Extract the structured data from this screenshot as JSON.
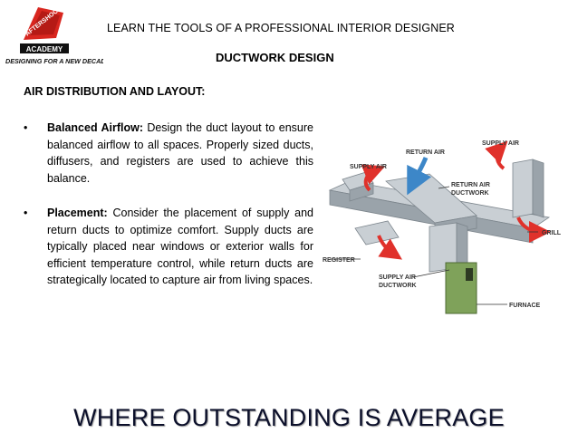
{
  "header": {
    "top_line": "LEARN THE TOOLS OF A PROFESSIONAL INTERIOR DESIGNER",
    "subtitle": "DUCTWORK DESIGN"
  },
  "logo": {
    "brand": "AFTERSHOCK",
    "academy": "ACADEMY",
    "tagline": "DESIGNING FOR A NEW DECADE"
  },
  "section": {
    "title": "AIR DISTRIBUTION AND LAYOUT:"
  },
  "bullets": [
    {
      "marker": "•",
      "lead": "Balanced Airflow:",
      "text": " Design the duct layout to ensure balanced airflow to all spaces. Properly sized ducts, diffusers, and registers are used to achieve this balance."
    },
    {
      "marker": "•",
      "lead": "Placement:",
      "text": " Consider the placement of supply and return ducts to optimize comfort. Supply ducts are typically placed near windows or exterior walls for efficient temperature control, while return ducts are strategically located to capture air from living spaces."
    }
  ],
  "diagram": {
    "labels": {
      "supply_air_left": "SUPPLY AIR",
      "return_air": "RETURN AIR",
      "supply_air_right": "SUPPLY AIR",
      "return_air_ductwork_1": "RETURN AIR",
      "return_air_ductwork_2": "DUCTWORK",
      "grill": "GRILL",
      "register": "REGISTER",
      "supply_air_ductwork_1": "SUPPLY AIR",
      "supply_air_ductwork_2": "DUCTWORK",
      "furnace": "FURNACE"
    },
    "colors": {
      "duct": "#c9cfd4",
      "duct_dark": "#9aa3aa",
      "supply_arrow": "#e0312b",
      "return_arrow": "#3d87c8",
      "furnace": "#7fa25a",
      "leader": "#333333"
    }
  },
  "footer": {
    "slogan": "WHERE OUTSTANDING IS AVERAGE"
  }
}
